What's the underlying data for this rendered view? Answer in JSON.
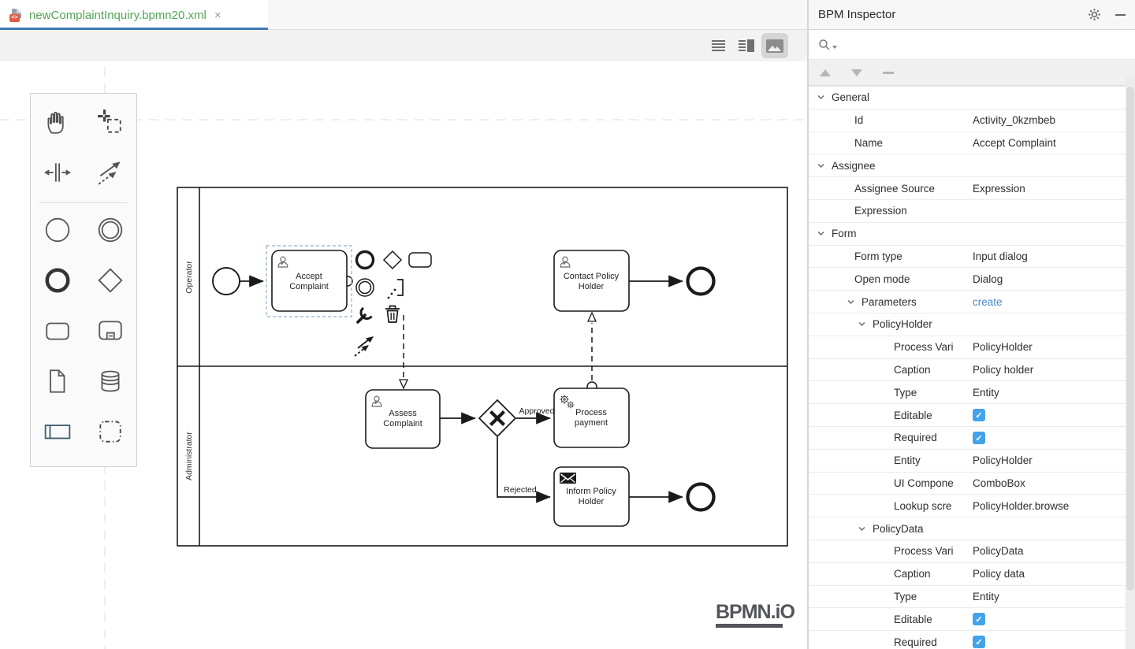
{
  "tab": {
    "title": "newComplaintInquiry.bpmn20.xml",
    "close_label": "×"
  },
  "colors": {
    "accent": "#3c78b5",
    "tab_file_green": "#54a457",
    "checkbox": "#44a3e8",
    "link": "#4a87c7"
  },
  "editor_toolbar": {
    "modes": [
      "text-view",
      "split-view",
      "preview-view"
    ],
    "selected_mode": "preview-view"
  },
  "inspector": {
    "title": "BPM Inspector",
    "rows": [
      {
        "kind": "section",
        "indent": 0,
        "label": "General"
      },
      {
        "kind": "prop",
        "indent": 1,
        "label": "Id",
        "value": "Activity_0kzmbeb"
      },
      {
        "kind": "prop",
        "indent": 1,
        "label": "Name",
        "value": "Accept Complaint"
      },
      {
        "kind": "section",
        "indent": 0,
        "label": "Assignee"
      },
      {
        "kind": "prop",
        "indent": 1,
        "label": "Assignee Source",
        "value": "Expression"
      },
      {
        "kind": "prop",
        "indent": 1,
        "label": "Expression",
        "value": ""
      },
      {
        "kind": "section",
        "indent": 0,
        "label": "Form"
      },
      {
        "kind": "prop",
        "indent": 1,
        "label": "Form type",
        "value": "Input dialog"
      },
      {
        "kind": "prop",
        "indent": 1,
        "label": "Open mode",
        "value": "Dialog"
      },
      {
        "kind": "section",
        "indent": 1,
        "label": "Parameters",
        "value": "create",
        "link": true
      },
      {
        "kind": "section",
        "indent": 2,
        "label": "PolicyHolder"
      },
      {
        "kind": "prop",
        "indent": 3,
        "label": "Process Vari",
        "value": "PolicyHolder"
      },
      {
        "kind": "prop",
        "indent": 3,
        "label": "Caption",
        "value": "Policy holder"
      },
      {
        "kind": "prop",
        "indent": 3,
        "label": "Type",
        "value": "Entity"
      },
      {
        "kind": "prop",
        "indent": 3,
        "label": "Editable",
        "checkbox": true,
        "checked": true
      },
      {
        "kind": "prop",
        "indent": 3,
        "label": "Required",
        "checkbox": true,
        "checked": true
      },
      {
        "kind": "prop",
        "indent": 3,
        "label": "Entity",
        "value": "PolicyHolder"
      },
      {
        "kind": "prop",
        "indent": 3,
        "label": "UI Compone",
        "value": "ComboBox"
      },
      {
        "kind": "prop",
        "indent": 3,
        "label": "Lookup scre",
        "value": "PolicyHolder.browse"
      },
      {
        "kind": "section",
        "indent": 2,
        "label": "PolicyData"
      },
      {
        "kind": "prop",
        "indent": 3,
        "label": "Process Vari",
        "value": "PolicyData"
      },
      {
        "kind": "prop",
        "indent": 3,
        "label": "Caption",
        "value": "Policy data"
      },
      {
        "kind": "prop",
        "indent": 3,
        "label": "Type",
        "value": "Entity"
      },
      {
        "kind": "prop",
        "indent": 3,
        "label": "Editable",
        "checkbox": true,
        "checked": true
      },
      {
        "kind": "prop",
        "indent": 3,
        "label": "Required",
        "checkbox": true,
        "checked": true
      }
    ]
  },
  "palette": {
    "items": [
      {
        "name": "hand-tool",
        "group": "tools"
      },
      {
        "name": "lasso-tool",
        "group": "tools"
      },
      {
        "name": "space-tool",
        "group": "tools"
      },
      {
        "name": "global-connect-tool",
        "group": "tools"
      },
      {
        "name": "create-start-event",
        "group": "elements"
      },
      {
        "name": "create-intermediate-event",
        "group": "elements"
      },
      {
        "name": "create-end-event",
        "group": "elements"
      },
      {
        "name": "create-gateway",
        "group": "elements"
      },
      {
        "name": "create-task",
        "group": "elements"
      },
      {
        "name": "create-subprocess",
        "group": "elements"
      },
      {
        "name": "create-data-object",
        "group": "elements"
      },
      {
        "name": "create-data-store",
        "group": "elements"
      },
      {
        "name": "create-participant",
        "group": "elements"
      },
      {
        "name": "create-group",
        "group": "elements"
      }
    ]
  },
  "diagram": {
    "lanes": {
      "lane1": "Operator",
      "lane2": "Administrator"
    },
    "tasks": {
      "accept": {
        "line1": "Accept",
        "line2": "Complaint"
      },
      "contact": {
        "line1": "Contact Policy",
        "line2": "Holder"
      },
      "assess": {
        "line1": "Assess",
        "line2": "Complaint"
      },
      "process": {
        "line1": "Process",
        "line2": "payment"
      },
      "inform": {
        "line1": "Inform Policy",
        "line2": "Holder"
      }
    },
    "flow_labels": {
      "approved": "Approved",
      "rejected": "Rejected"
    },
    "watermark": "BPMN.iO"
  }
}
